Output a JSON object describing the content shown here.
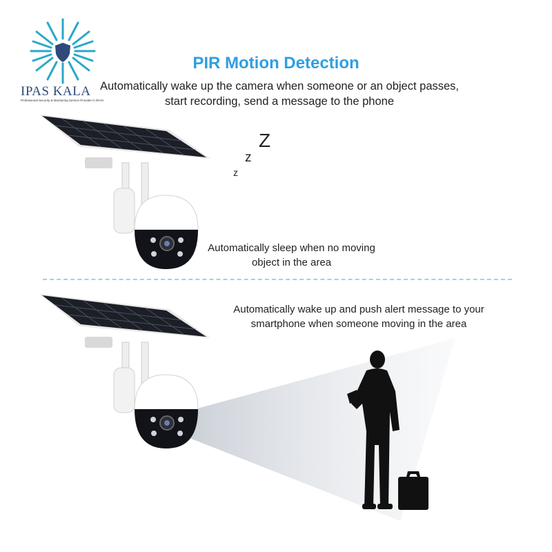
{
  "brand": {
    "name": "IPAS KALA",
    "tagline": "Professional Security & Monitoring Service Provider in IRAN",
    "color": "#2aa7c9"
  },
  "header": {
    "title": "PIR Motion Detection",
    "subtitle": "Automatically wake up the camera when someone or an object passes, start recording, send a message to the phone"
  },
  "sleep_section": {
    "z_small": "z",
    "z_medium": "z",
    "z_large": "Z",
    "caption": "Automatically sleep when no moving object in the area"
  },
  "alert_section": {
    "caption": "Automatically wake up and push alert message to your smartphone when someone moving in the area"
  },
  "colors": {
    "title": "#2f9fe0",
    "divider": "#9fd0ef",
    "panel": "#1c1f26",
    "silhouette": "#111111"
  }
}
